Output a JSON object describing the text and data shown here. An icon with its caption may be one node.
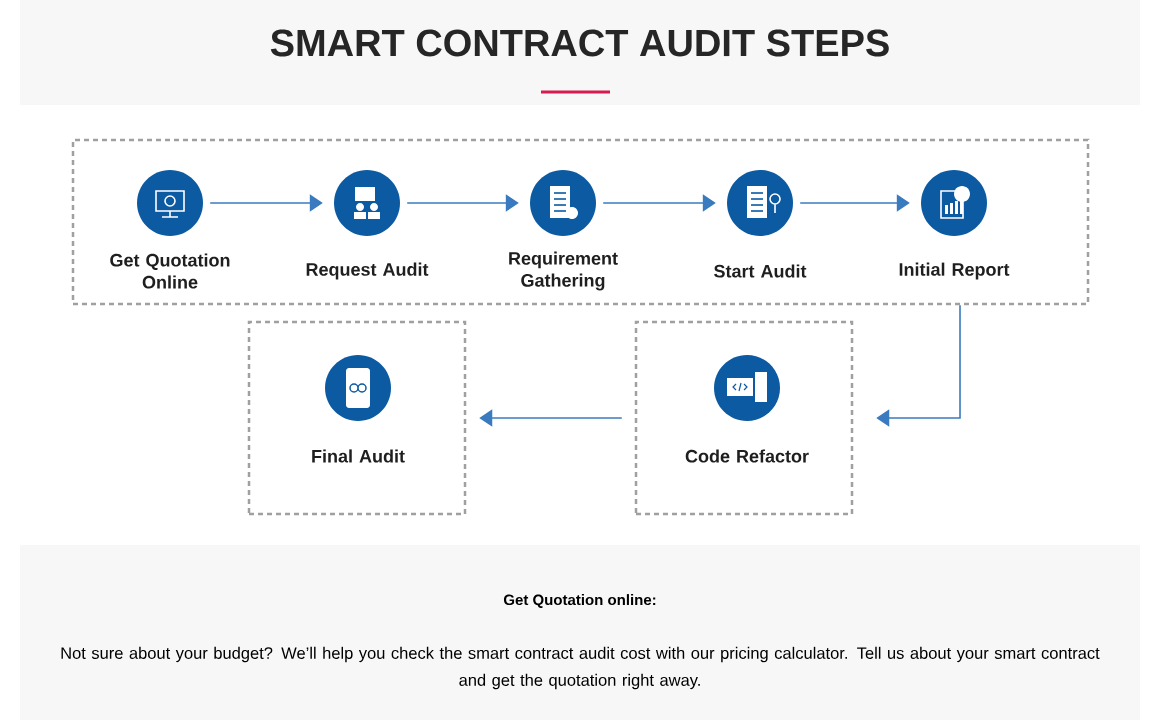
{
  "diagram": {
    "title": "SMART CONTRACT AUDIT STEPS",
    "nodes": [
      {
        "text": [],
        "shape": "box"
      },
      {
        "text": [
          "Get Quotation Online"
        ],
        "in": 0
      },
      {
        "text": [
          "Request Audit"
        ],
        "in": 0
      },
      {
        "text": [
          "Requirement Gathering"
        ],
        "in": 0
      },
      {
        "text": [
          "Start Audit"
        ],
        "in": 0
      },
      {
        "text": [
          "Initial Report"
        ],
        "in": 0
      },
      {
        "text": [
          "Final Audit"
        ]
      },
      {
        "text": [
          "Code Refactor"
        ]
      }
    ],
    "edges": [
      {
        "from": 1,
        "to": 2,
        "arrow": "to"
      },
      {
        "from": 2,
        "to": 3,
        "arrow": "to"
      },
      {
        "from": 3,
        "to": 4,
        "arrow": "to"
      },
      {
        "from": 4,
        "to": 5,
        "arrow": "to"
      },
      {
        "from": 0,
        "to": 7,
        "arrow": "to"
      },
      {
        "from": 7,
        "to": 6,
        "arrow": "to"
      }
    ],
    "labels": [
      "Get Quotation online:",
      "Not sure about your budget? We’ll help you check the smart contract audit cost with our pricing calculator. Tell us about your smart contract and get the quotation right away."
    ]
  }
}
